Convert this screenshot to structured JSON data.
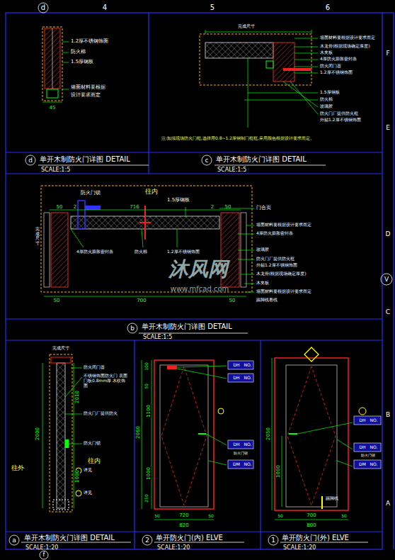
{
  "diagram": {
    "labels": [
      "d",
      "4",
      "5",
      "6",
      "F",
      "E",
      "D",
      "V",
      "C",
      "B",
      "A",
      "1.2厚不锈钢饰面",
      "防火棉",
      "1.5厚钢板",
      "墙面材料要根据",
      "设计要求而定",
      "45",
      "d",
      "单开木制防火门详图  DETAIL",
      "SCALE:1:5",
      "完成尺寸",
      "墙面材料要根据设计要求而定",
      "木龙骨(根据现场确定厚度)",
      "木夹板",
      "4厚防火膨胀密封条",
      "防火闭门器",
      "1.2厚不锈钢饰面",
      "1.5厚钢板",
      "防火棉",
      "玻璃胶",
      "防火门厂提供防火框",
      "外贴1.2厚不锈钢饰面",
      "注:如须现场防火门框,选择用0.8~1.2厚钢制门框框,采用颜色根据设计要求而定。",
      "c",
      "单开木制防火门详图  DETAIL",
      "SCALE:1:5",
      "防火门锁",
      "往内",
      "50",
      "2",
      "716",
      "2",
      "50",
      "1.5厚钢板",
      "门合页",
      "墙面材料要根据设计要求而定",
      "4厚防火膨胀密封条",
      "玻璃胶",
      "防火门厂提供防火框",
      "外贴1.2厚不锈钢饰面",
      "木龙骨(根据现场确定厚度)",
      "木夹板",
      "墙面材料要根据设计要求而定",
      "踢脚线看线",
      "4厚防火膨胀密封条",
      "防火棉",
      "1.2厚不锈钢饰面",
      "50",
      "700",
      "50",
      "完成尺寸",
      "b",
      "单开木制防火门详图  DETAIL",
      "SCALE:1:5",
      "完成尺寸",
      "防火闭门器",
      "不锈钢饰面防火门 表面门板0.8mm厚 木纹饰面",
      "防火门厂提供防火",
      "防火门锁",
      "详见",
      "详见",
      "往外",
      "往内",
      "2000",
      "2010",
      "1000",
      "a",
      "单开木制防火门详图  DETAIL",
      "SCALE:1:20",
      "100",
      "50",
      "2060",
      "1100",
      "1000",
      "250",
      "50",
      "720",
      "50",
      "820",
      "DH",
      "NO.",
      "DH",
      "NO.",
      "DH",
      "NO.",
      "防火门锁",
      "DM",
      "NO.",
      "2",
      "单开防火门(内)  ELVE",
      "SCALE:1:20",
      "2050",
      "1000",
      "50",
      "700",
      "50",
      "800",
      "DH",
      "NO.",
      "DH",
      "NO.",
      "防火门锁",
      "DM",
      "NO.",
      "踢脚线",
      "1",
      "单开防火门(外)  ELVE",
      "SCALE:1:20",
      "沐风网",
      "www.mfcad.com",
      "f"
    ]
  }
}
